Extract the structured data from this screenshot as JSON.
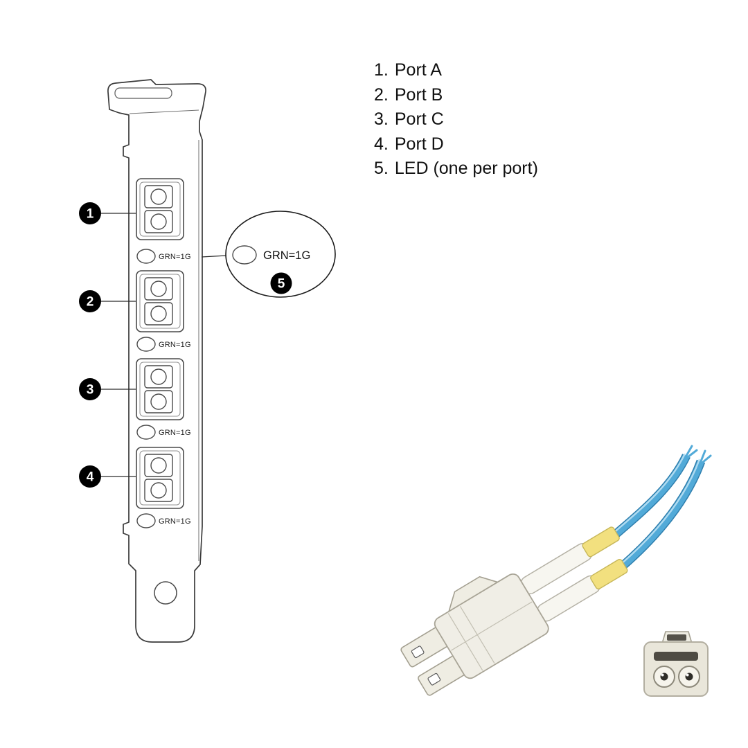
{
  "legend": {
    "items": [
      {
        "num": "1.",
        "label": "Port A"
      },
      {
        "num": "2.",
        "label": "Port B"
      },
      {
        "num": "3.",
        "label": "Port C"
      },
      {
        "num": "4.",
        "label": "Port D"
      },
      {
        "num": "5.",
        "label": "LED (one per port)"
      }
    ]
  },
  "bracket": {
    "callouts": [
      {
        "number": "1"
      },
      {
        "number": "2"
      },
      {
        "number": "3"
      },
      {
        "number": "4"
      }
    ],
    "led_label": "GRN=1G"
  },
  "led_callout": {
    "number": "5",
    "label": "GRN=1G"
  },
  "colors": {
    "cable_blue": "#52AAD8",
    "cable_blue_dark": "#2F7FAE",
    "boot_yellow": "#F2E07F",
    "connector_beige": "#EFEDE3",
    "outline": "#3A3A3A",
    "callout_black": "#000000"
  }
}
